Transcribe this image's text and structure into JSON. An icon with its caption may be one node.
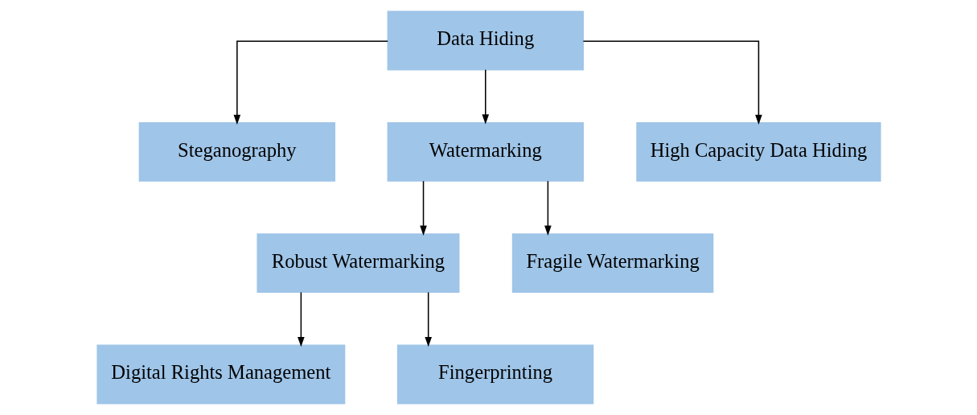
{
  "diagram": {
    "nodes": [
      {
        "text": [
          "Data Hiding"
        ]
      },
      {
        "text": [
          "Steganography"
        ]
      },
      {
        "text": [
          "Watermarking"
        ]
      },
      {
        "text": [
          "High Capacity Data Hiding"
        ]
      },
      {
        "text": [
          "Robust Watermarking"
        ]
      },
      {
        "text": [
          "Fragile Watermarking"
        ]
      },
      {
        "text": [
          "Digital Rights Management"
        ]
      },
      {
        "text": [
          "Fingerprinting"
        ]
      }
    ],
    "edges": [
      {
        "from": 0,
        "to": 1,
        "arrow": "to"
      },
      {
        "from": 0,
        "to": 2,
        "arrow": "to"
      },
      {
        "from": 0,
        "to": 3,
        "arrow": "to"
      },
      {
        "from": 2,
        "to": 4,
        "arrow": "to"
      },
      {
        "from": 2,
        "to": 5,
        "arrow": "to"
      },
      {
        "from": 4,
        "to": 6,
        "arrow": "to"
      },
      {
        "from": 4,
        "to": 7,
        "arrow": "to"
      }
    ]
  }
}
